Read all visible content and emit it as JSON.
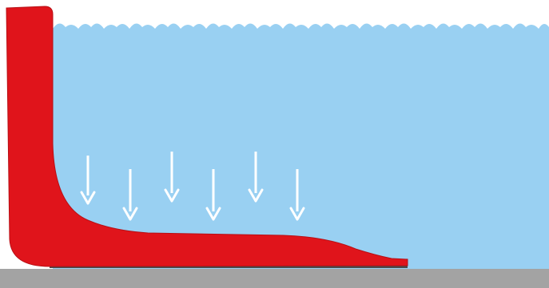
{
  "diagram": {
    "colors": {
      "background": "#ffffff",
      "water": "#99d0f2",
      "water_surface": "#a9d7f4",
      "profile": "#e0141b",
      "profile_edge": "#b80f15",
      "base_plate": "#a3a3a3",
      "base_line": "#4a4a4a",
      "arrows": "#ffffff"
    },
    "pressure_arrow_count": 6,
    "elements": [
      "water-body",
      "red-profile",
      "ground-plate",
      "pressure-arrows"
    ]
  }
}
